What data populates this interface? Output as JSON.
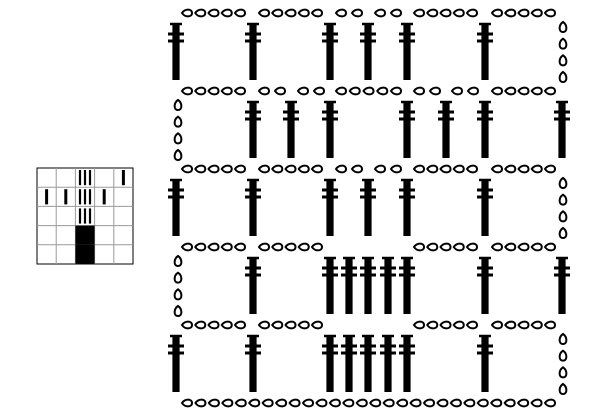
{
  "diagram": {
    "ink_color": "#000000",
    "background_color": "#ffffff",
    "grid_line_color": "#9a9a9a",
    "legend": {
      "cols": 5,
      "rows": 5,
      "filled_cells": [
        [
          2,
          3
        ],
        [
          2,
          4
        ]
      ],
      "stitch_marks": [
        {
          "col": 0,
          "row": 1,
          "symbol": "tr"
        },
        {
          "col": 1,
          "row": 1,
          "symbol": "tr"
        },
        {
          "col": 2,
          "row": 0,
          "symbol": "tr-cluster"
        },
        {
          "col": 2,
          "row": 1,
          "symbol": "tr-cluster"
        },
        {
          "col": 2,
          "row": 2,
          "symbol": "tr-cluster"
        },
        {
          "col": 3,
          "row": 1,
          "symbol": "tr"
        },
        {
          "col": 4,
          "row": 0,
          "symbol": "tr"
        }
      ]
    },
    "chart": {
      "row_count": 10,
      "stitches": [
        {
          "row": 1,
          "x": [
            176,
            253,
            330,
            368,
            407,
            485
          ]
        },
        {
          "row": 2,
          "x": [
            253,
            291,
            330,
            407,
            446,
            485,
            562
          ]
        },
        {
          "row": 3,
          "x": [
            176,
            253,
            330,
            368,
            407,
            485
          ]
        },
        {
          "row": 4,
          "x": [
            253,
            330,
            349,
            368,
            388,
            407,
            485,
            562
          ]
        },
        {
          "row": 5,
          "x": [
            176,
            253,
            330,
            349,
            368,
            388,
            407,
            485
          ]
        }
      ],
      "chain_segments": [
        {
          "row": 1,
          "from": 187,
          "to": 240
        },
        {
          "row": 1,
          "from": 264,
          "to": 317
        },
        {
          "row": 1,
          "from": 341,
          "to": 357
        },
        {
          "row": 1,
          "from": 380,
          "to": 396
        },
        {
          "row": 1,
          "from": 419,
          "to": 472
        },
        {
          "row": 1,
          "from": 497,
          "to": 550
        },
        {
          "row": 2,
          "from": 187,
          "to": 240
        },
        {
          "row": 2,
          "from": 264,
          "to": 280
        },
        {
          "row": 2,
          "from": 303,
          "to": 319
        },
        {
          "row": 2,
          "from": 341,
          "to": 396
        },
        {
          "row": 2,
          "from": 419,
          "to": 435
        },
        {
          "row": 2,
          "from": 457,
          "to": 473
        },
        {
          "row": 2,
          "from": 497,
          "to": 550
        },
        {
          "row": 3,
          "from": 187,
          "to": 240
        },
        {
          "row": 3,
          "from": 264,
          "to": 317
        },
        {
          "row": 3,
          "from": 341,
          "to": 357
        },
        {
          "row": 3,
          "from": 380,
          "to": 396
        },
        {
          "row": 3,
          "from": 419,
          "to": 472
        },
        {
          "row": 3,
          "from": 497,
          "to": 550
        },
        {
          "row": 4,
          "from": 187,
          "to": 240
        },
        {
          "row": 4,
          "from": 264,
          "to": 317
        },
        {
          "row": 4,
          "from": 419,
          "to": 472
        },
        {
          "row": 4,
          "from": 497,
          "to": 550
        },
        {
          "row": 5,
          "from": 187,
          "to": 240
        },
        {
          "row": 5,
          "from": 264,
          "to": 317
        },
        {
          "row": 5,
          "from": 419,
          "to": 472
        },
        {
          "row": 5,
          "from": 497,
          "to": 550
        },
        {
          "row": 6,
          "from": 187,
          "to": 550
        }
      ],
      "side_chains": [
        {
          "side": "right",
          "band": 1,
          "count": 4
        },
        {
          "side": "left",
          "band": 2,
          "count": 4
        },
        {
          "side": "right",
          "band": 3,
          "count": 4
        },
        {
          "side": "left",
          "band": 4,
          "count": 4
        },
        {
          "side": "right",
          "band": 5,
          "count": 4
        }
      ]
    }
  }
}
